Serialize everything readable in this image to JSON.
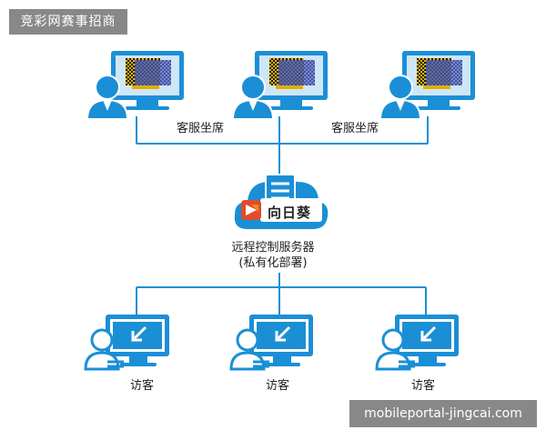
{
  "watermark_top": "竞彩网赛事招商",
  "watermark_bottom": "mobileportal-jingcai.com",
  "agents": {
    "label_left": "客服坐席",
    "label_right": "客服坐席"
  },
  "server": {
    "brand": "向日葵",
    "label_line1": "远程控制服务器",
    "label_line2": "(私有化部署)"
  },
  "visitors": [
    "访客",
    "访客",
    "访客"
  ],
  "colors": {
    "primary_blue": "#1b8fd6",
    "light_blue": "#cfe6f7",
    "screen_accent": "#6d79c8",
    "pixel_yellow": "#e0b000",
    "brand_red": "#e14b2a",
    "brand_orange": "#f08a24"
  }
}
